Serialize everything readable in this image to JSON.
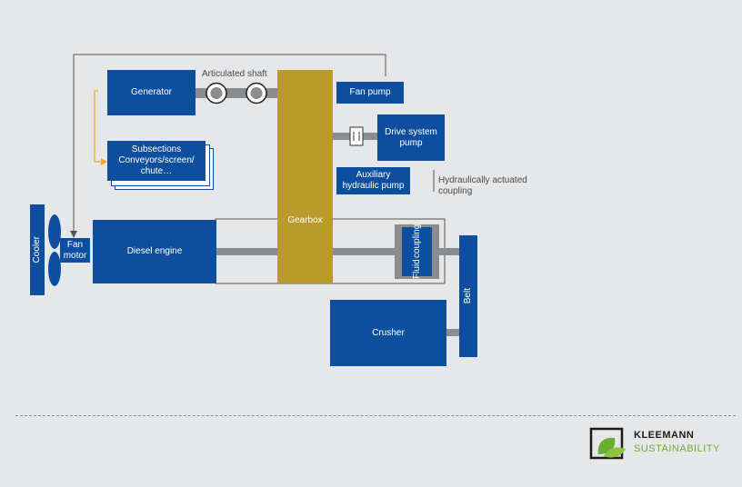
{
  "diagram": {
    "generator": "Generator",
    "articulated_shaft": "Articulated shaft",
    "fan_pump": "Fan pump",
    "drive_system_pump": "Drive system pump",
    "subsections_line1": "Subsections",
    "subsections_line2": "Conveyors/screen/",
    "subsections_line3": "chute…",
    "gearbox": "Gearbox",
    "auxiliary_line1": "Auxiliary",
    "auxiliary_line2": "hydraulic pump",
    "hydraulic_coupling_line1": "Hydraulically actuated",
    "hydraulic_coupling_line2": "coupling",
    "cooler": "Cooler",
    "fan_motor_line1": "Fan",
    "fan_motor_line2": "motor",
    "diesel_engine": "Diesel engine",
    "fluid_coupling_line1": "Fluid",
    "fluid_coupling_line2": "coupling",
    "belt": "Belt",
    "crusher": "Crusher"
  },
  "brand": {
    "name": "KLEEMANN",
    "tagline": "SUSTAINABILITY"
  },
  "colors": {
    "background": "#e6e7e9",
    "component_blue": "#0d4f9e",
    "gearbox_gold": "#b99a2a",
    "shaft_gray": "#8a8c8f",
    "arrow_orange": "#f0a81c",
    "brand_green": "#6aae33"
  }
}
